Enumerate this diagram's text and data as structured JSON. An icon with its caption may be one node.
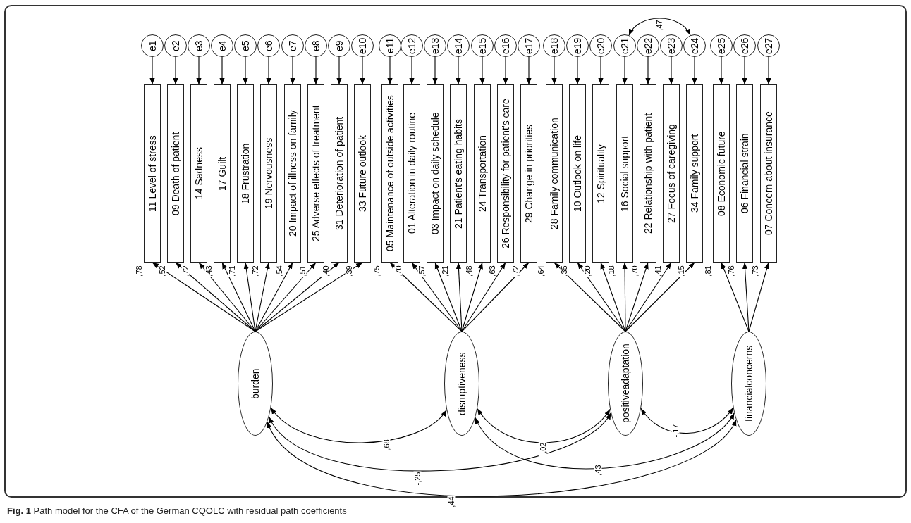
{
  "diagram": {
    "caption": "**Fig. 1** Path model for the CFA of the German CQOLC with residual path coefficients",
    "nodes": [
      {
        "text": [
          "e1"
        ]
      },
      {
        "text": [
          "e2"
        ]
      },
      {
        "text": [
          "e3"
        ]
      },
      {
        "text": [
          "e4"
        ]
      },
      {
        "text": [
          "e5"
        ]
      },
      {
        "text": [
          "e6"
        ]
      },
      {
        "text": [
          "e7"
        ]
      },
      {
        "text": [
          "e8"
        ]
      },
      {
        "text": [
          "e9"
        ]
      },
      {
        "text": [
          "e10"
        ]
      },
      {
        "text": [
          "e11"
        ]
      },
      {
        "text": [
          "e12"
        ]
      },
      {
        "text": [
          "e13"
        ]
      },
      {
        "text": [
          "e14"
        ]
      },
      {
        "text": [
          "e15"
        ]
      },
      {
        "text": [
          "e16"
        ]
      },
      {
        "text": [
          "e17"
        ]
      },
      {
        "text": [
          "e18"
        ]
      },
      {
        "text": [
          "e19"
        ]
      },
      {
        "text": [
          "e20"
        ]
      },
      {
        "text": [
          "e21"
        ]
      },
      {
        "text": [
          "e22"
        ]
      },
      {
        "text": [
          "e23"
        ]
      },
      {
        "text": [
          "e24"
        ]
      },
      {
        "text": [
          "e25"
        ]
      },
      {
        "text": [
          "e26"
        ]
      },
      {
        "text": [
          "e27"
        ]
      },
      {
        "text": [
          "11 Level of stress"
        ]
      },
      {
        "text": [
          "09 Death of patient"
        ]
      },
      {
        "text": [
          "14 Sadness"
        ]
      },
      {
        "text": [
          "17 Guilt"
        ]
      },
      {
        "text": [
          "18 Frustration"
        ]
      },
      {
        "text": [
          "19 Nervousness"
        ]
      },
      {
        "text": [
          "20 Impact of illness on family"
        ]
      },
      {
        "text": [
          "25 Adverse effects of treatment"
        ]
      },
      {
        "text": [
          "31 Deterioration of patient"
        ]
      },
      {
        "text": [
          "33 Future outlook"
        ]
      },
      {
        "text": [
          "05 Maintenance of outside activities"
        ]
      },
      {
        "text": [
          "01 Alteration in daily routine"
        ]
      },
      {
        "text": [
          "03 Impact on daily schedule"
        ]
      },
      {
        "text": [
          "21 Patient's eating habits"
        ]
      },
      {
        "text": [
          "24 Transportation"
        ]
      },
      {
        "text": [
          "26 Responsibility for patient's care"
        ]
      },
      {
        "text": [
          "29 Change in priorities"
        ]
      },
      {
        "text": [
          "28 Family communication"
        ]
      },
      {
        "text": [
          "10 Outlook on life"
        ]
      },
      {
        "text": [
          "12 Spirituality"
        ]
      },
      {
        "text": [
          "16 Social support"
        ]
      },
      {
        "text": [
          "22 Relationship with patient"
        ]
      },
      {
        "text": [
          "27 Focus of caregiving"
        ]
      },
      {
        "text": [
          "34 Family support"
        ]
      },
      {
        "text": [
          "08 Economic future"
        ]
      },
      {
        "text": [
          "06 Financial strain"
        ]
      },
      {
        "text": [
          "07 Concern about insurance"
        ]
      },
      {
        "text": [
          "burden"
        ]
      },
      {
        "text": [
          "disruptiveness"
        ]
      },
      {
        "text": [
          "positiveadaptation"
        ]
      },
      {
        "text": [
          "financialconcerns"
        ]
      }
    ],
    "edges": [
      {
        "from": 0,
        "to": 27,
        "arrow": "to"
      },
      {
        "from": 1,
        "to": 28,
        "arrow": "to"
      },
      {
        "from": 2,
        "to": 29,
        "arrow": "to"
      },
      {
        "from": 3,
        "to": 30,
        "arrow": "to"
      },
      {
        "from": 4,
        "to": 31,
        "arrow": "to"
      },
      {
        "from": 5,
        "to": 32,
        "arrow": "to"
      },
      {
        "from": 6,
        "to": 33,
        "arrow": "to"
      },
      {
        "from": 7,
        "to": 34,
        "arrow": "to"
      },
      {
        "from": 8,
        "to": 35,
        "arrow": "to"
      },
      {
        "from": 9,
        "to": 36,
        "arrow": "to"
      },
      {
        "from": 10,
        "to": 37,
        "arrow": "to"
      },
      {
        "from": 11,
        "to": 38,
        "arrow": "to"
      },
      {
        "from": 12,
        "to": 39,
        "arrow": "to"
      },
      {
        "from": 13,
        "to": 40,
        "arrow": "to"
      },
      {
        "from": 14,
        "to": 41,
        "arrow": "to"
      },
      {
        "from": 15,
        "to": 42,
        "arrow": "to"
      },
      {
        "from": 16,
        "to": 43,
        "arrow": "to"
      },
      {
        "from": 17,
        "to": 44,
        "arrow": "to"
      },
      {
        "from": 18,
        "to": 45,
        "arrow": "to"
      },
      {
        "from": 19,
        "to": 46,
        "arrow": "to"
      },
      {
        "from": 20,
        "to": 47,
        "arrow": "to"
      },
      {
        "from": 21,
        "to": 48,
        "arrow": "to"
      },
      {
        "from": 22,
        "to": 49,
        "arrow": "to"
      },
      {
        "from": 23,
        "to": 50,
        "arrow": "to"
      },
      {
        "from": 24,
        "to": 51,
        "arrow": "to"
      },
      {
        "from": 25,
        "to": 52,
        "arrow": "to"
      },
      {
        "from": 26,
        "to": 53,
        "arrow": "to"
      },
      {
        "from": 54,
        "to": 27,
        "arrow": "to",
        "label": ",78"
      },
      {
        "from": 54,
        "to": 28,
        "arrow": "to",
        "label": ",52"
      },
      {
        "from": 54,
        "to": 29,
        "arrow": "to",
        "label": ",72"
      },
      {
        "from": 54,
        "to": 30,
        "arrow": "to",
        "label": ",43"
      },
      {
        "from": 54,
        "to": 31,
        "arrow": "to",
        "label": ",71"
      },
      {
        "from": 54,
        "to": 32,
        "arrow": "to",
        "label": ",72"
      },
      {
        "from": 54,
        "to": 33,
        "arrow": "to",
        "label": ",54"
      },
      {
        "from": 54,
        "to": 34,
        "arrow": "to",
        "label": ",51"
      },
      {
        "from": 54,
        "to": 35,
        "arrow": "to",
        "label": ",40"
      },
      {
        "from": 54,
        "to": 36,
        "arrow": "to",
        "label": ",39"
      },
      {
        "from": 55,
        "to": 37,
        "arrow": "to",
        "label": ",75"
      },
      {
        "from": 55,
        "to": 38,
        "arrow": "to",
        "label": ",70"
      },
      {
        "from": 55,
        "to": 39,
        "arrow": "to",
        "label": ",57"
      },
      {
        "from": 55,
        "to": 40,
        "arrow": "to",
        "label": ",21"
      },
      {
        "from": 55,
        "to": 41,
        "arrow": "to",
        "label": ",48"
      },
      {
        "from": 55,
        "to": 42,
        "arrow": "to",
        "label": ",63"
      },
      {
        "from": 55,
        "to": 43,
        "arrow": "to",
        "label": ",72"
      },
      {
        "from": 56,
        "to": 44,
        "arrow": "to",
        "label": ",64"
      },
      {
        "from": 56,
        "to": 45,
        "arrow": "to",
        "label": ",35"
      },
      {
        "from": 56,
        "to": 46,
        "arrow": "to",
        "label": ",20"
      },
      {
        "from": 56,
        "to": 47,
        "arrow": "to",
        "label": ",18"
      },
      {
        "from": 56,
        "to": 48,
        "arrow": "to",
        "label": ",70"
      },
      {
        "from": 56,
        "to": 49,
        "arrow": "to",
        "label": ",41"
      },
      {
        "from": 56,
        "to": 50,
        "arrow": "to",
        "label": ",15"
      },
      {
        "from": 57,
        "to": 51,
        "arrow": "to",
        "label": ",81"
      },
      {
        "from": 57,
        "to": 52,
        "arrow": "to",
        "label": ",76"
      },
      {
        "from": 57,
        "to": 53,
        "arrow": "to",
        "label": ",73"
      },
      {
        "from": 20,
        "to": 23,
        "arrow": "both",
        "label": ",47"
      },
      {
        "from": 54,
        "to": 55,
        "arrow": "both",
        "label": ",68"
      },
      {
        "from": 55,
        "to": 56,
        "arrow": "both",
        "label": "-,02"
      },
      {
        "from": 56,
        "to": 57,
        "arrow": "both",
        "label": "-,17"
      },
      {
        "from": 54,
        "to": 56,
        "arrow": "both",
        "label": "-,25"
      },
      {
        "from": 55,
        "to": 57,
        "arrow": "both",
        "label": ",43"
      },
      {
        "from": 54,
        "to": 57,
        "arrow": "both",
        "label": ",44"
      }
    ]
  }
}
